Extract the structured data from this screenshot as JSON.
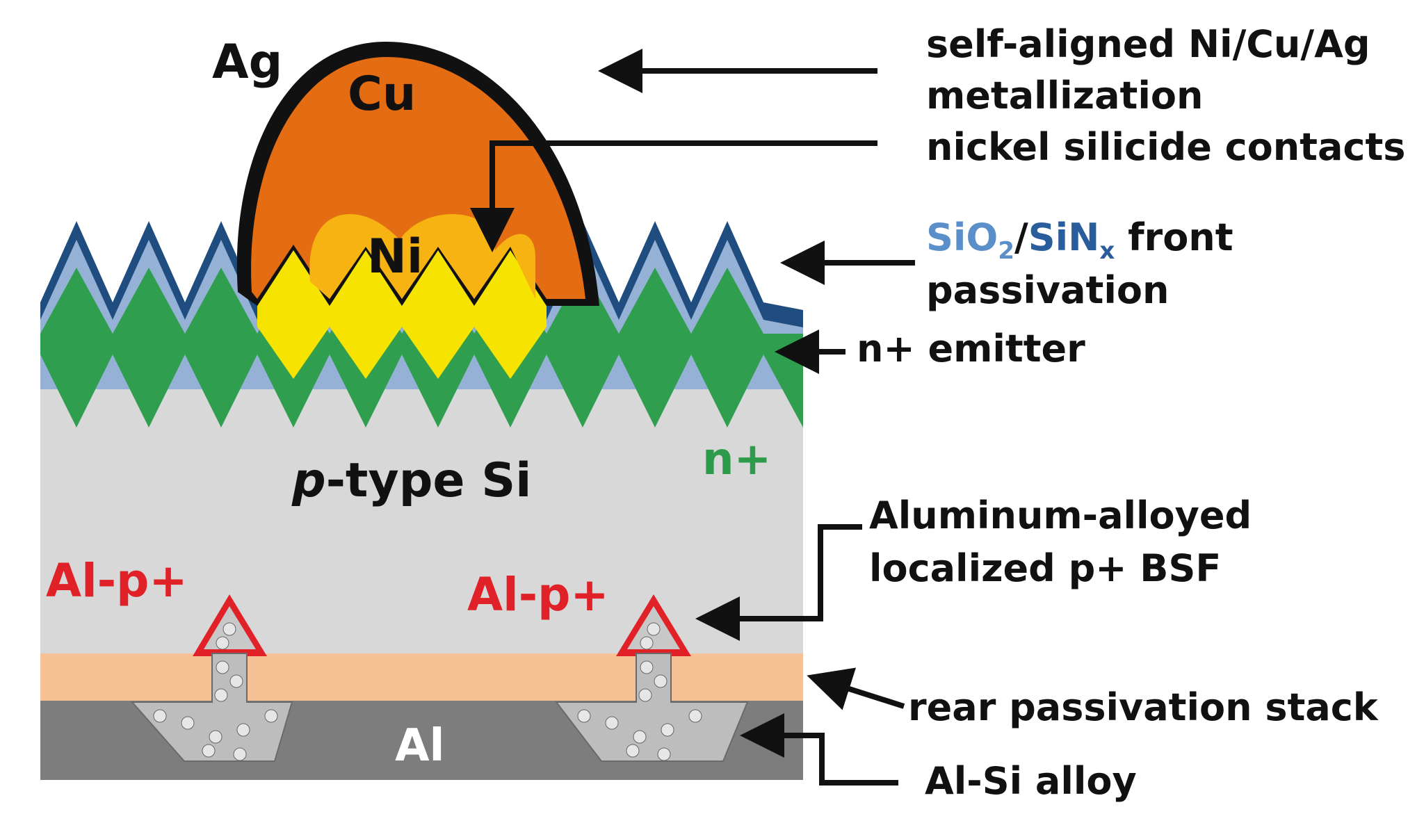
{
  "colors": {
    "si_bulk": "#d9d8d9",
    "rear_passivation": "#f6c195",
    "al_layer": "#7d7d7d",
    "emitter": "#2f9e4f",
    "sio2": "#95b2d6",
    "sin": "#1f4d80",
    "cu": "#e46c12",
    "ni": "#f7b311",
    "silicide": "#f6e400",
    "ag": "#111111",
    "al_p_red": "#e02228",
    "sio2_label": "#5a8fc9",
    "sinx_label": "#2a5d9c",
    "n_plus_label": "#2d9b4b",
    "al_white": "#ffffff"
  },
  "layers": {
    "ag": "Ag",
    "cu": "Cu",
    "ni": "Ni",
    "p_type": "p",
    "p_type_rest": "-type Si",
    "n_plus": "n+",
    "al_p_left": "Al-p+",
    "al_p_right": "Al-p+",
    "al": "Al"
  },
  "callouts": {
    "metallization_line1": "self-aligned Ni/Cu/Ag",
    "metallization_line2": "metallization",
    "silicide": "nickel silicide contacts",
    "sio2": "SiO",
    "sio2_sub": "2",
    "slash": "/",
    "sinx": "SiN",
    "sinx_sub": "x",
    "front": " front",
    "passivation": "passivation",
    "emitter": "n+ emitter",
    "bsf_line1": "Aluminum-alloyed",
    "bsf_line2": "localized p+ BSF",
    "rear_stack": "rear passivation stack",
    "alloy": "Al-Si alloy"
  }
}
